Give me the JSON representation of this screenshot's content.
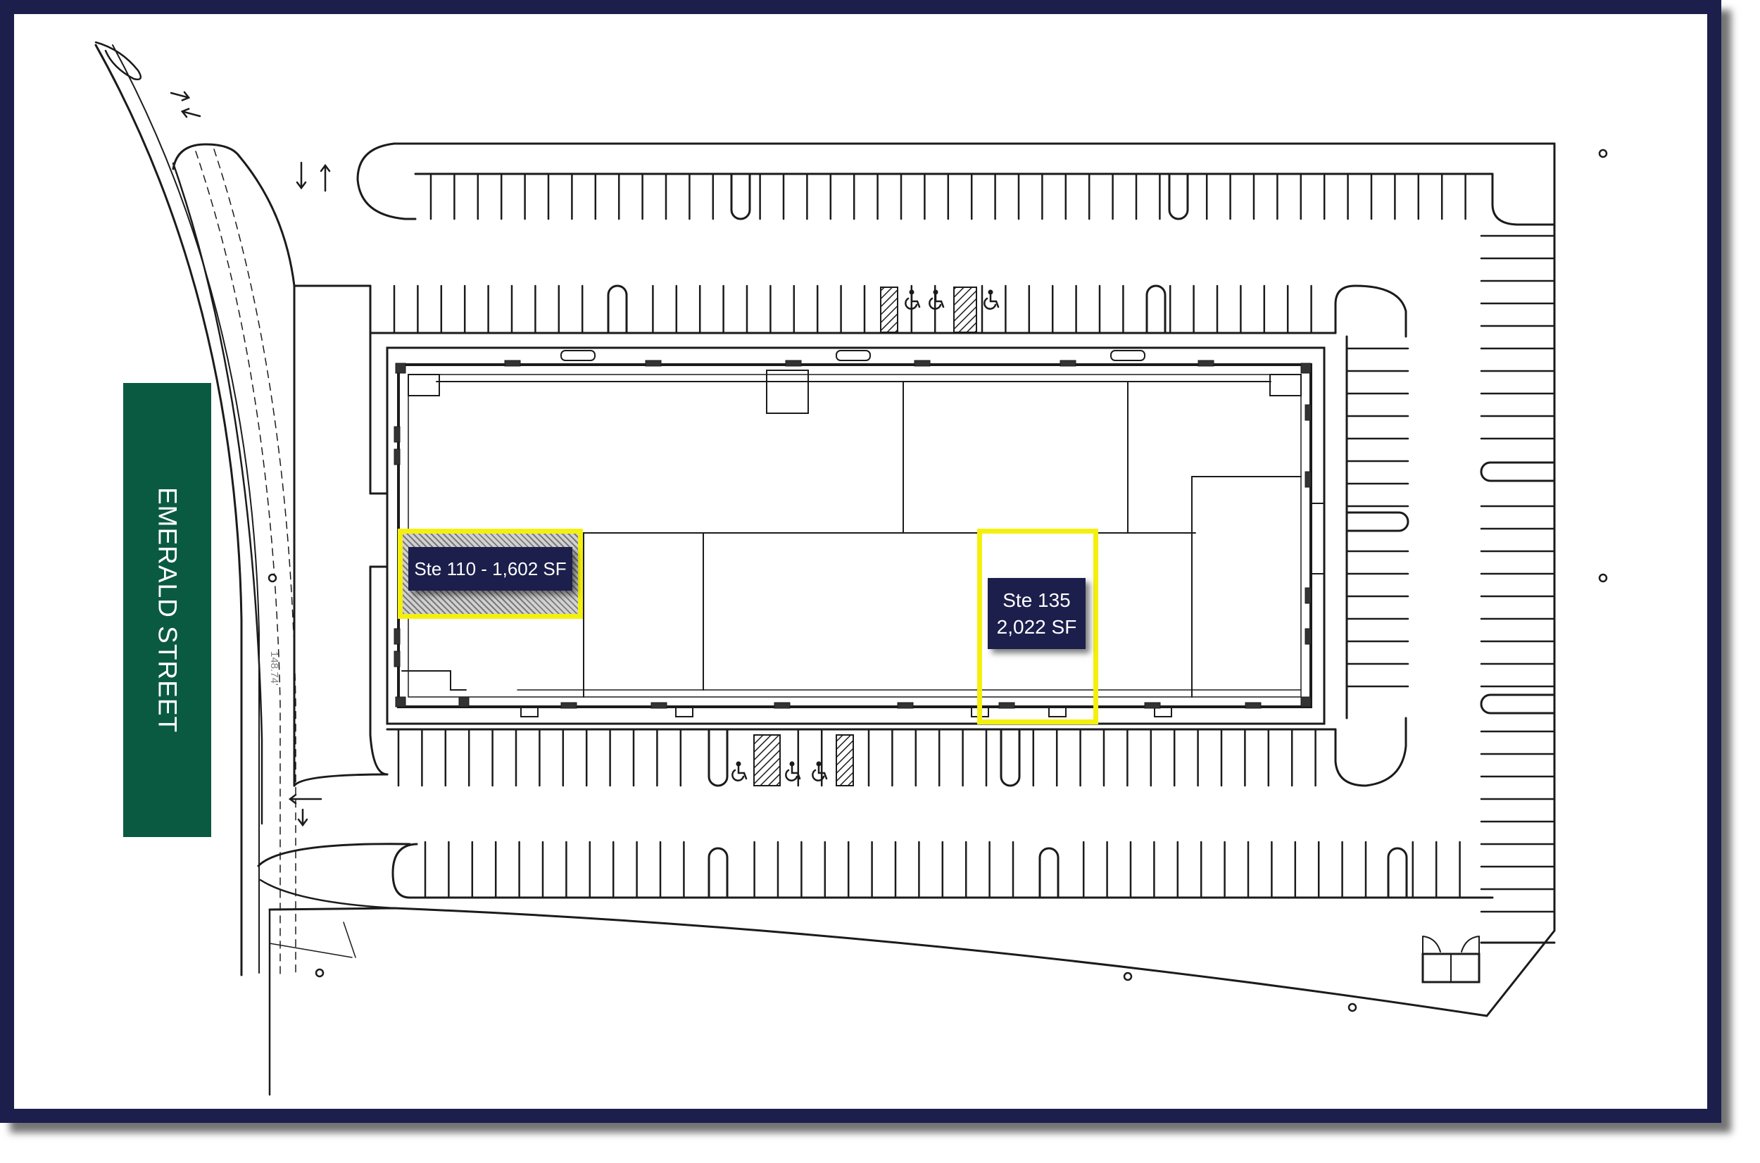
{
  "street": {
    "name": "EMERALD STREET"
  },
  "dimension_label": "148.74'",
  "suites": [
    {
      "label": "Ste 110 - 1,602 SF"
    },
    {
      "name": "Ste 135",
      "area": "2,022 SF"
    }
  ],
  "colors": {
    "frame": "#1c1e4c",
    "street_banner": "#0a5a42",
    "highlight": "#f4f00e",
    "label_background": "#1c1e4c",
    "label_text": "#ffffff",
    "linework": "#1b1b1b"
  },
  "icons": [
    "wheelchair-icon",
    "traffic-arrow-icon",
    "light-pole-icon",
    "trash-enclosure-icon",
    "electrical-panel-icon"
  ]
}
